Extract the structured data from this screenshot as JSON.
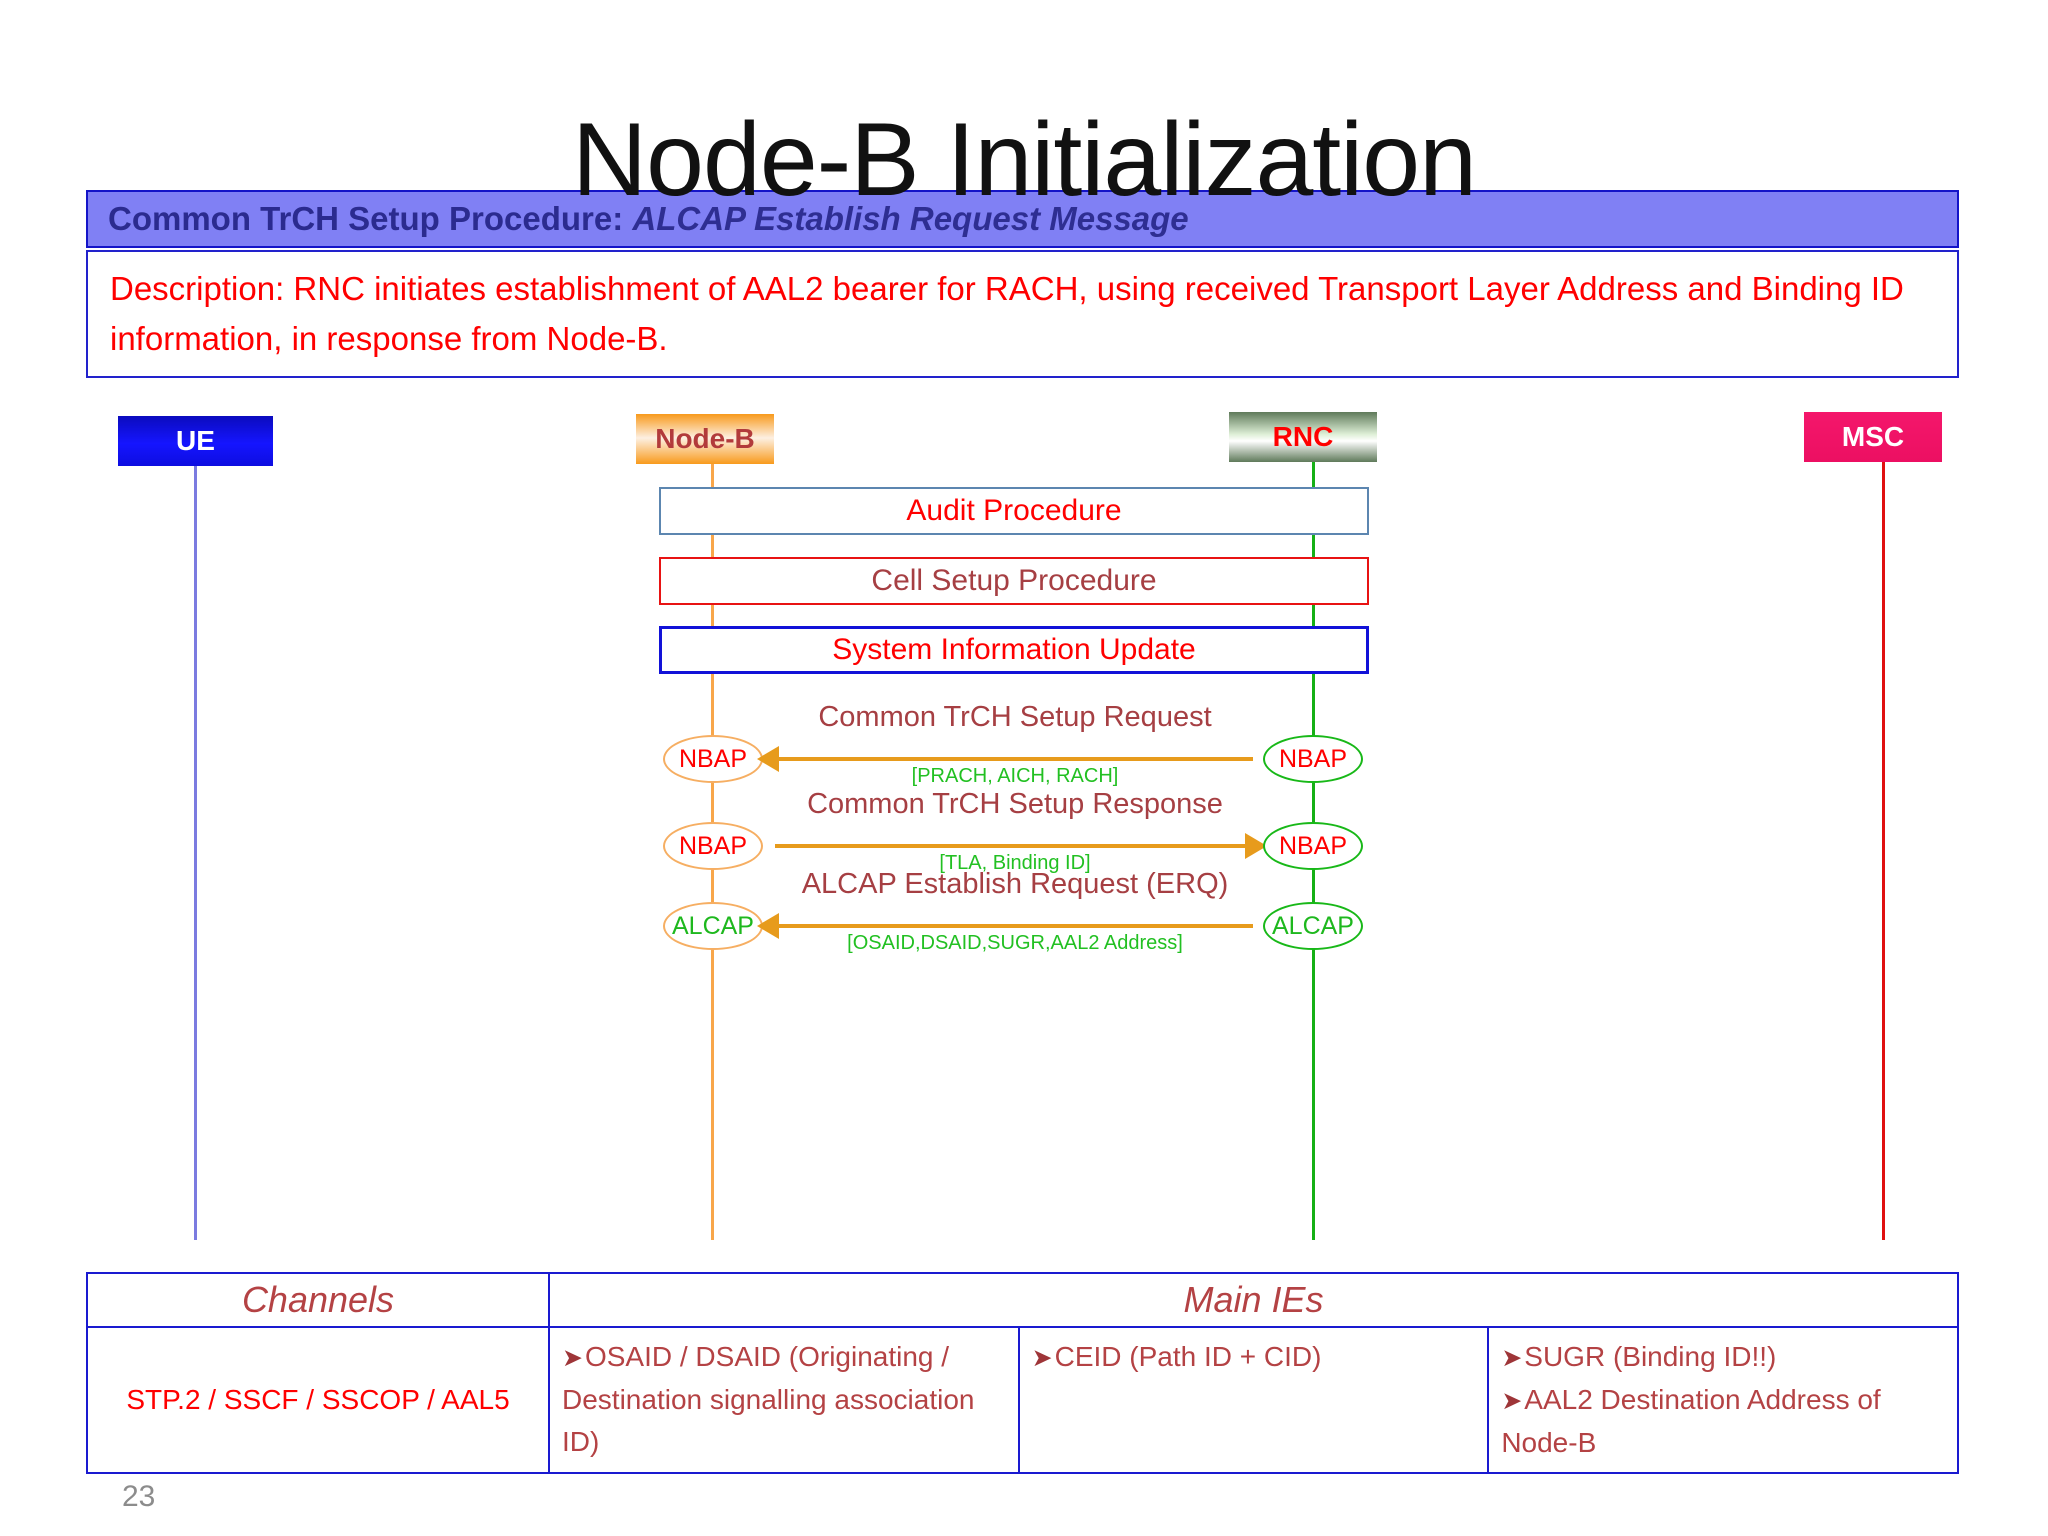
{
  "slide": {
    "title": "Node-B Initialization",
    "page_number": "23"
  },
  "banner": {
    "bold_part": "Common TrCH Setup Procedure: ",
    "italic_part": "ALCAP Establish Request Message",
    "background_color": "#8080f4",
    "text_color": "#2b2b8f"
  },
  "description": {
    "text": "Description: RNC initiates establishment of AAL2 bearer for RACH, using received Transport Layer Address and Binding ID information, in response from Node-B.",
    "color": "#ff0000"
  },
  "lanes": [
    {
      "id": "ue",
      "label": "UE",
      "box_color": "#1515ff",
      "text_color": "#ffffff",
      "lifeline_color": "#7b7be0"
    },
    {
      "id": "nodeb",
      "label": "Node-B",
      "box_color": "#f89a1c",
      "text_color": "#b23b3b",
      "lifeline_color": "#f8a64a"
    },
    {
      "id": "rnc",
      "label": "RNC",
      "box_color": "#9fc79a",
      "text_color": "#ff0000",
      "lifeline_color": "#16b016"
    },
    {
      "id": "msc",
      "label": "MSC",
      "box_color": "#ec0f62",
      "text_color": "#ffffff",
      "lifeline_color": "#e01010"
    }
  ],
  "procedures": [
    {
      "id": "audit",
      "label": "Audit Procedure",
      "border_color": "#5c86b0",
      "text_color": "#ff0000"
    },
    {
      "id": "cell-setup",
      "label": "Cell Setup Procedure",
      "border_color": "#e81313",
      "text_color": "#a63f43"
    },
    {
      "id": "sysinfo",
      "label": "System Information Update",
      "border_color": "#1212d8",
      "text_color": "#ff0000"
    }
  ],
  "messages": [
    {
      "id": "common-trch-setup-request",
      "left_node": "NBAP",
      "right_node": "NBAP",
      "label": "Common TrCH Setup Request",
      "sub_label": "[PRACH, AICH, RACH]",
      "direction": "left",
      "arrow_color": "#e79b1c"
    },
    {
      "id": "common-trch-setup-response",
      "left_node": "NBAP",
      "right_node": "NBAP",
      "label": "Common TrCH Setup Response",
      "sub_label": "[TLA, Binding ID]",
      "direction": "right",
      "arrow_color": "#e79b1c"
    },
    {
      "id": "alcap-establish-request",
      "left_node": "ALCAP",
      "right_node": "ALCAP",
      "label": "ALCAP Establish Request (ERQ)",
      "sub_label": "[OSAID,DSAID,SUGR,AAL2 Address]",
      "direction": "left",
      "arrow_color": "#e79b1c"
    }
  ],
  "table": {
    "headers": {
      "channels": "Channels",
      "main_ies": "Main IEs"
    },
    "channels_value": "STP.2 / SSCF / SSCOP / AAL5",
    "ie_cells": [
      {
        "bullets": [
          "OSAID / DSAID (Originating / Destination signalling association ID)"
        ]
      },
      {
        "bullets": [
          "CEID (Path ID + CID)"
        ]
      },
      {
        "bullets": [
          "SUGR (Binding ID!!)",
          "AAL2 Destination Address of Node-B"
        ]
      }
    ]
  }
}
